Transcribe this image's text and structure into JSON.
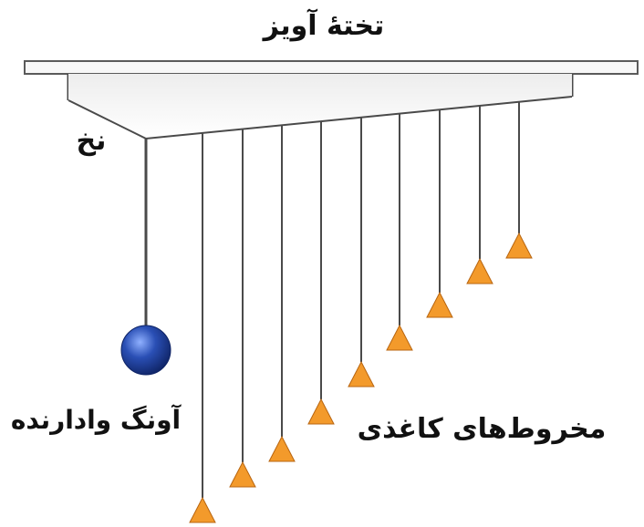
{
  "labels": {
    "board": "تختهٔ آویز",
    "string": "نخ",
    "driver_pendulum": "آونگ وادارنده",
    "paper_cones": "مخروط‌های کاغذی"
  },
  "pendulum_count": 9,
  "colors": {
    "board_fill": "#f7f7f7",
    "board_stroke": "#5a5a5a",
    "string": "#4a4a4a",
    "cone_fill": "#f39a2b",
    "cone_stroke": "#b86510",
    "bob_fill": "#2a4fb5",
    "bob_dark": "#0f2466",
    "text": "#111111"
  }
}
